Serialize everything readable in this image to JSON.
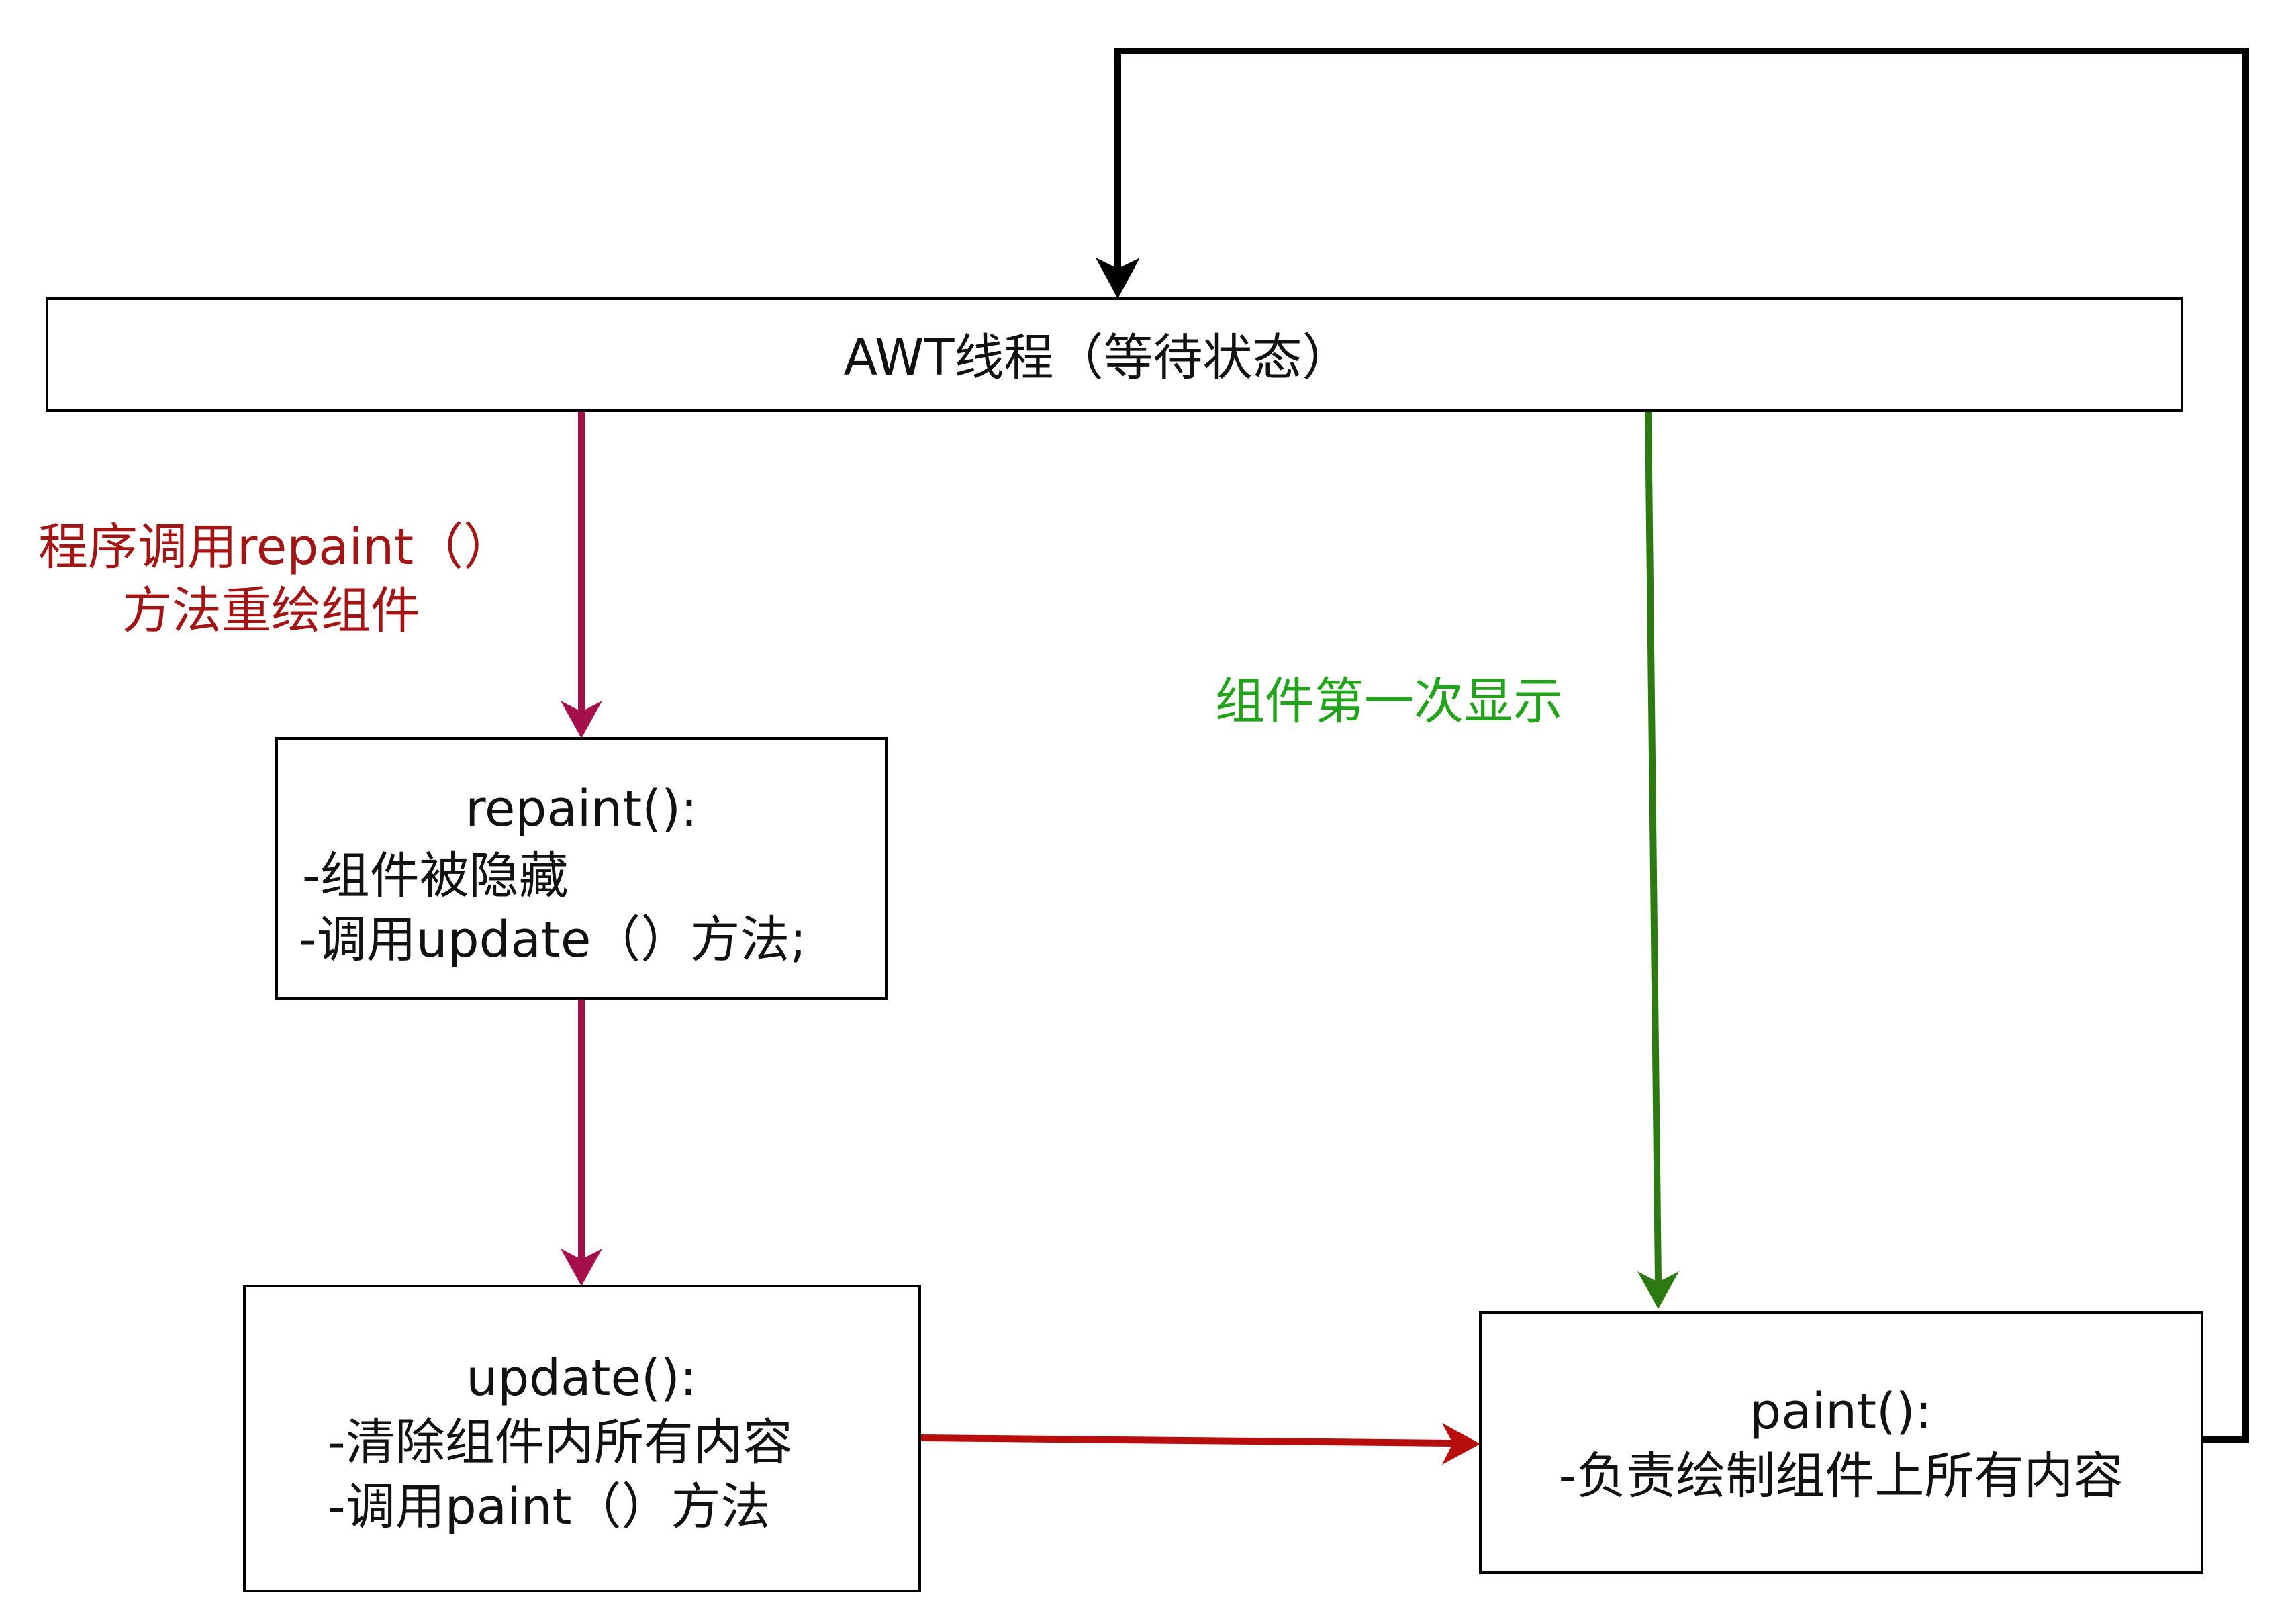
{
  "nodes": {
    "awt_thread": {
      "label": "AWT线程（等待状态）"
    },
    "repaint": {
      "lines": [
        "repaint():",
        "-组件被隐藏",
        "-调用update（）方法;"
      ]
    },
    "update": {
      "lines": [
        "update():",
        "-清除组件内所有内容",
        "-调用paint（）方法"
      ]
    },
    "paint": {
      "lines": [
        "paint():",
        "-负责绘制组件上所有内容"
      ]
    }
  },
  "edges": {
    "program_repaint": {
      "label_lines": [
        "程序调用repaint（）",
        "方法重绘组件"
      ],
      "color": "#A50F4B"
    },
    "repaint_to_update": {
      "color": "#A50F4B"
    },
    "update_to_paint": {
      "color": "#B80D0D"
    },
    "first_display": {
      "label": "组件第一次显示",
      "color": "#2D7A12",
      "label_color": "#21A31A"
    },
    "paint_back_to_awt": {
      "color": "#000000"
    }
  },
  "colors": {
    "repaint_label": "#A31515"
  }
}
